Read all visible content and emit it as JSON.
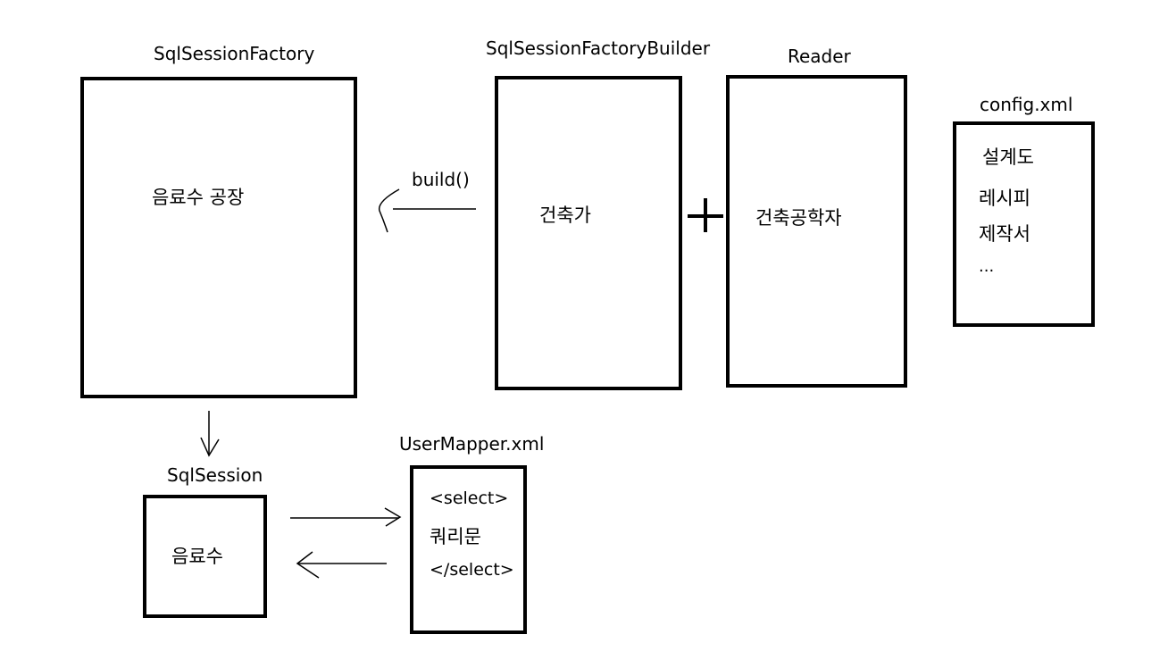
{
  "factory": {
    "title": "SqlSessionFactory",
    "text": "음료수 공장"
  },
  "builder": {
    "title": "SqlSessionFactoryBuilder",
    "text": "건축가"
  },
  "reader": {
    "title": "Reader",
    "text": "건축공학자"
  },
  "config": {
    "title": "config.xml",
    "lines": [
      "설계도",
      "레시피",
      "제작서",
      "..."
    ]
  },
  "build_label": "build()",
  "session": {
    "title": "SqlSession",
    "text": "음료수"
  },
  "mapper": {
    "title": "UserMapper.xml",
    "lines": [
      "<select>",
      "쿼리문",
      "</select>"
    ]
  }
}
